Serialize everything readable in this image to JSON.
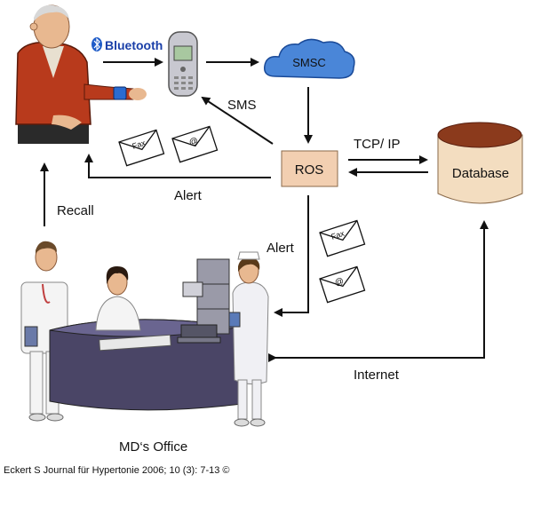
{
  "diagram": {
    "bluetooth_label": "Bluetooth",
    "smsc_label": "SMSC",
    "sms_label": "SMS",
    "ros_label": "ROS",
    "tcpip_label": "TCP/ IP",
    "database_label": "Database",
    "alert_label_1": "Alert",
    "alert_label_2": "Alert",
    "recall_label": "Recall",
    "internet_label": "Internet",
    "office_label": "MD‘s Office",
    "fax_label": "Fax",
    "email_label": "@"
  },
  "footer": {
    "citation": "Eckert S Journal für Hypertonie 2006; 10 (3): 7-13 ©"
  },
  "colors": {
    "smsc_fill": "#4a86d8",
    "ros_fill": "#f2cfb1",
    "database_fill": "#f3ddc0",
    "database_top": "#8b3a1c",
    "desk_fill": "#4a4566",
    "arrow": "#111111"
  }
}
